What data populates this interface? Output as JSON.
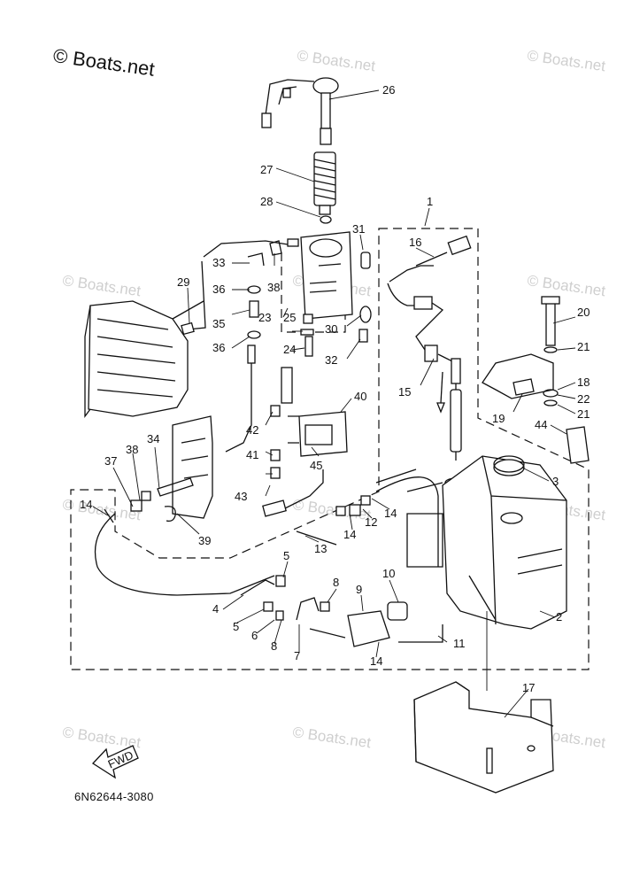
{
  "copyright": "© Boats.net",
  "watermark_text": "© Boats.net",
  "diagram_code": "6N62644-3080",
  "fwd_label": "FWD",
  "callouts": {
    "c1": "1",
    "c2": "2",
    "c3": "3",
    "c4": "4",
    "c5a": "5",
    "c5b": "5",
    "c6": "6",
    "c7": "7",
    "c8a": "8",
    "c8b": "8",
    "c9": "9",
    "c10": "10",
    "c11": "11",
    "c12": "12",
    "c13": "13",
    "c14a": "14",
    "c14b": "14",
    "c14c": "14",
    "c14d": "14",
    "c15": "15",
    "c16": "16",
    "c17": "17",
    "c18": "18",
    "c19": "19",
    "c20": "20",
    "c21a": "21",
    "c21b": "21",
    "c22": "22",
    "c23": "23",
    "c24": "24",
    "c25": "25",
    "c26": "26",
    "c27": "27",
    "c28": "28",
    "c29": "29",
    "c30": "30",
    "c31": "31",
    "c32": "32",
    "c33": "33",
    "c34": "34",
    "c35": "35",
    "c36a": "36",
    "c36b": "36",
    "c37": "37",
    "c38": "38",
    "c39": "39",
    "c40": "40",
    "c41": "41",
    "c42": "42",
    "c43": "43",
    "c44": "44",
    "c45": "45"
  },
  "colors": {
    "line": "#111111",
    "watermark": "#cfcfcf",
    "background": "#ffffff"
  }
}
